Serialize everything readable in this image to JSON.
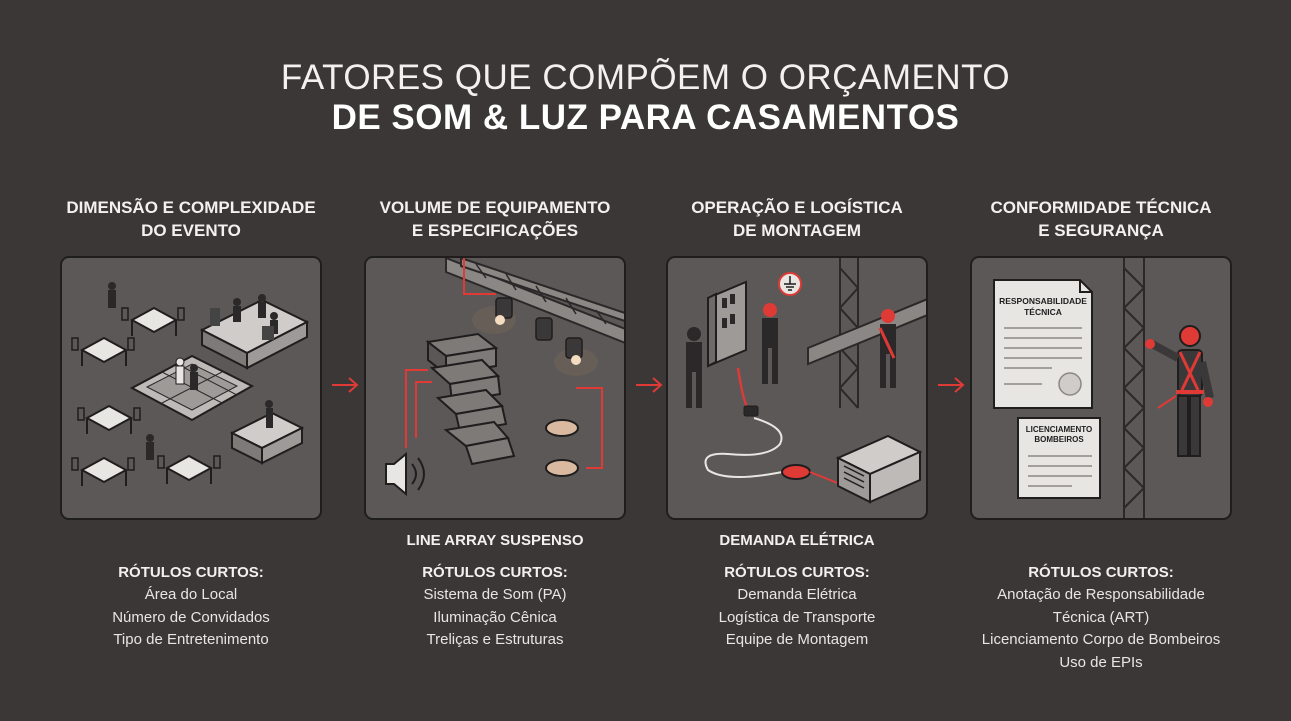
{
  "title": {
    "line1": "FATORES QUE COMPÕEM O ORÇAMENTO",
    "line2": "DE SOM & LUZ PARA CASAMENTOS"
  },
  "accent_color": "#e03a36",
  "columns": [
    {
      "heading_line1": "DIMENSÃO E COMPLEXIDADE",
      "heading_line2": "DO EVENTO",
      "caption": "",
      "labels_heading": "RÓTULOS CURTOS:",
      "labels": [
        "Área do Local",
        "Número de Convidados",
        "Tipo de Entretenimento"
      ]
    },
    {
      "heading_line1": "VOLUME DE EQUIPAMENTO",
      "heading_line2": "E ESPECIFICAÇÕES",
      "caption": "LINE ARRAY SUSPENSO",
      "labels_heading": "RÓTULOS CURTOS:",
      "labels": [
        "Sistema de Som (PA)",
        "Iluminação Cênica",
        "Treliças e Estruturas"
      ]
    },
    {
      "heading_line1": "OPERAÇÃO E LOGÍSTICA",
      "heading_line2": "DE MONTAGEM",
      "caption": "DEMANDA ELÉTRICA",
      "labels_heading": "RÓTULOS CURTOS:",
      "labels": [
        "Demanda Elétrica",
        "Logística de Transporte",
        "Equipe de Montagem"
      ]
    },
    {
      "heading_line1": "CONFORMIDADE TÉCNICA",
      "heading_line2": "E SEGURANÇA",
      "caption": "",
      "labels_heading": "RÓTULOS CURTOS:",
      "labels": [
        "Anotação de Responsabilidade",
        "Técnica (ART)",
        "Licenciamento Corpo de Bombeiros",
        "Uso de EPIs"
      ]
    }
  ],
  "documents": {
    "doc1_line1": "RESPONSABILIDADE",
    "doc1_line2": "TÉCNICA",
    "doc2_line1": "LICENCIAMENTO",
    "doc2_line2": "BOMBEIROS"
  },
  "icons": {
    "arrow": "arrow-right-icon",
    "speaker": "speaker-icon",
    "ground": "ground-symbol-icon"
  }
}
